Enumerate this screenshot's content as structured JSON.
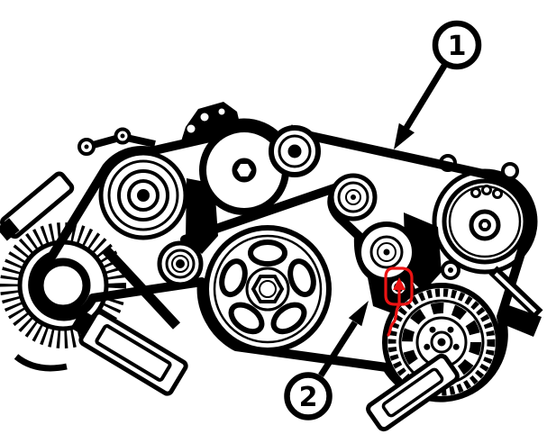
{
  "figure": {
    "type": "serpentine-belt-routing-diagram",
    "background_color": "#ffffff",
    "line_color": "#000000"
  },
  "callouts": [
    {
      "label": "1"
    },
    {
      "label": "2"
    }
  ],
  "annotation": {
    "color": "#ec1313"
  }
}
